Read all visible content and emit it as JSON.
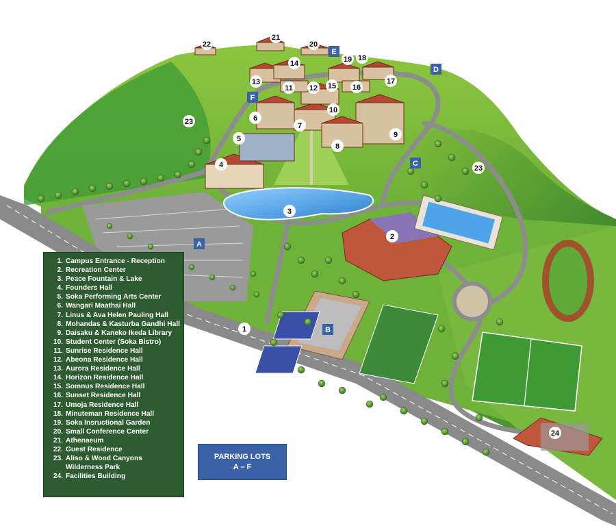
{
  "colors": {
    "hill_light": "#8cc63f",
    "hill_dark": "#2f7a2a",
    "road": "#7d7d7d",
    "water": "#4f9fe0",
    "roof": "#b5482f",
    "legend_bg": "#2f5b31",
    "parking_marker": "#3b62a6",
    "track": "#a0522d"
  },
  "legend": [
    {
      "num": "1.",
      "label": "Campus Entrance - Reception"
    },
    {
      "num": "2.",
      "label": "Recreation Center"
    },
    {
      "num": "3.",
      "label": "Peace Fountain & Lake"
    },
    {
      "num": "4.",
      "label": "Founders Hall"
    },
    {
      "num": "5.",
      "label": "Soka Performing Arts Center"
    },
    {
      "num": "6.",
      "label": "Wangari Maathai Hall"
    },
    {
      "num": "7.",
      "label": "Linus & Ava Helen Pauling Hall"
    },
    {
      "num": "8.",
      "label": "Mohandas & Kasturba Gandhi Hall"
    },
    {
      "num": "9.",
      "label": "Daisaku & Kaneko Ikeda Library"
    },
    {
      "num": "10.",
      "label": "Student Center (Soka Bistro)"
    },
    {
      "num": "11.",
      "label": "Sunrise Residence Hall"
    },
    {
      "num": "12.",
      "label": "Abeona Residence Hall"
    },
    {
      "num": "13.",
      "label": "Aurora Residence Hall"
    },
    {
      "num": "14.",
      "label": "Horizon Residence Hall"
    },
    {
      "num": "15.",
      "label": "Somnus Residence Hall"
    },
    {
      "num": "16.",
      "label": "Sunset Residence Hall"
    },
    {
      "num": "17.",
      "label": "Umoja Residence Hall"
    },
    {
      "num": "18.",
      "label": "Minuteman Residence Hall"
    },
    {
      "num": "19.",
      "label": "Soka Insructional Garden"
    },
    {
      "num": "20.",
      "label": "Small Conference Center"
    },
    {
      "num": "21.",
      "label": "Athenaeum"
    },
    {
      "num": "22.",
      "label": "Guest Residence"
    },
    {
      "num": "23.",
      "label": "Aliso & Wood Canyons",
      "cont": "Wilderness Park"
    },
    {
      "num": "24.",
      "label": "Facilities Building"
    }
  ],
  "parking_box": {
    "title": "PARKING LOTS",
    "range": "A – F"
  },
  "building_markers": [
    "1",
    "2",
    "3",
    "4",
    "5",
    "6",
    "7",
    "8",
    "9",
    "10",
    "11",
    "12",
    "13",
    "14",
    "15",
    "16",
    "17",
    "18",
    "19",
    "20",
    "21",
    "22",
    "23",
    "23",
    "24"
  ],
  "parking_markers": [
    "A",
    "B",
    "C",
    "D",
    "E",
    "F"
  ]
}
